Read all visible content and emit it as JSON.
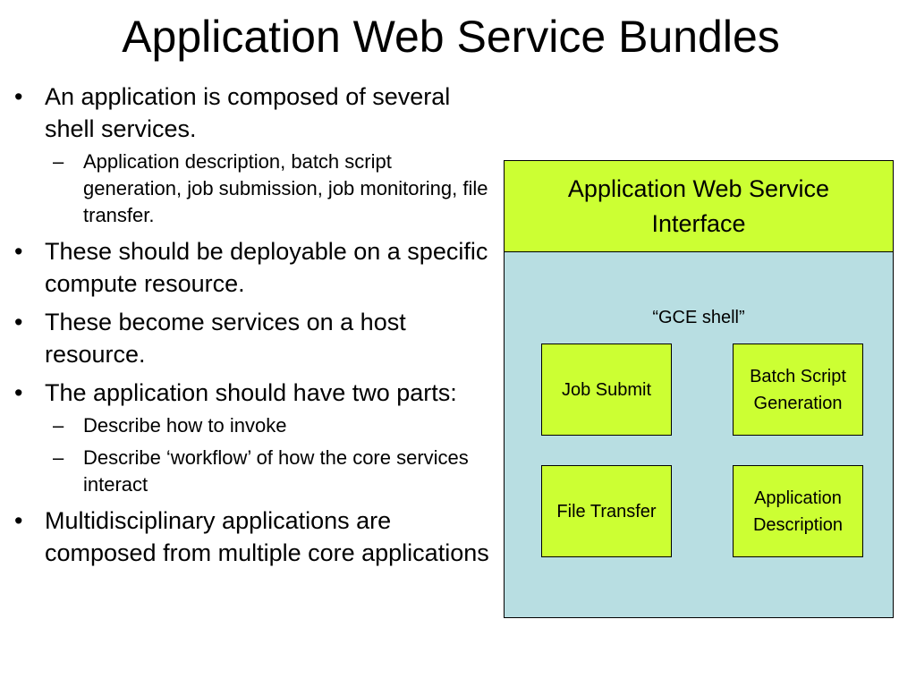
{
  "slide": {
    "title": "Application Web Service Bundles"
  },
  "bullets": [
    {
      "text": "An application is composed of several shell services.",
      "sub": [
        "Application description, batch script generation, job submission, job monitoring, file transfer."
      ]
    },
    {
      "text": "These should be deployable on a specific compute resource.",
      "sub": []
    },
    {
      "text": "These become services on a host resource.",
      "sub": []
    },
    {
      "text": "The application should have two parts:",
      "sub": [
        "Describe how to invoke",
        "Describe ‘workflow’ of how the core services interact"
      ]
    },
    {
      "text": "Multidisciplinary applications are composed from multiple core applications",
      "sub": []
    }
  ],
  "diagram": {
    "header": "Application Web Service Interface",
    "shell_label": "“GCE shell”",
    "services": [
      "Job Submit",
      "Batch Script Generation",
      "File Transfer",
      "Application Description"
    ],
    "colors": {
      "header_bg": "#ccff33",
      "shell_bg": "#b8dee2",
      "service_bg": "#ccff33",
      "border": "#000000"
    }
  }
}
